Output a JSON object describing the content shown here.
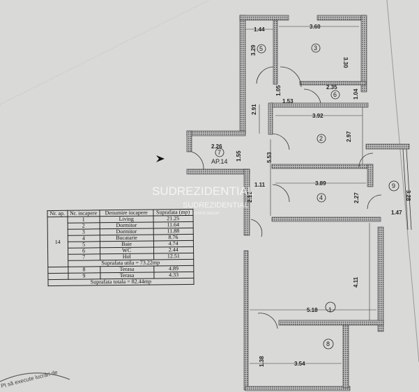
{
  "legend_table": {
    "headers": [
      "Nr. ap.",
      "Nr. incapere",
      "Denumire incapere",
      "Suprafata (mp)"
    ],
    "apartment": "14",
    "rooms": [
      {
        "nr": "1",
        "name": "Living",
        "area": "21.25"
      },
      {
        "nr": "2",
        "name": "Dormitor",
        "area": "11.64"
      },
      {
        "nr": "3",
        "name": "Dormitor",
        "area": "11.88"
      },
      {
        "nr": "4",
        "name": "Bucatarie",
        "area": "8.76"
      },
      {
        "nr": "5",
        "name": "Baie",
        "area": "4.74"
      },
      {
        "nr": "6",
        "name": "WC",
        "area": "2.44"
      },
      {
        "nr": "7",
        "name": "Hol",
        "area": "12.51"
      }
    ],
    "useful_area": "Suprafata utila = 73.22mp",
    "terraces": [
      {
        "nr": "8",
        "name": "Terasa",
        "area": "4.89"
      },
      {
        "nr": "9",
        "name": "Terasa",
        "area": "4.33"
      }
    ],
    "total_area": "Suprafata totala = 82.44mp"
  },
  "plan": {
    "apartment_label": "AP.14",
    "room_numbers": [
      "1",
      "2",
      "3",
      "4",
      "5",
      "6",
      "7",
      "8",
      "9"
    ],
    "dimensions": [
      "1.44",
      "3.60",
      "3.29",
      "3.30",
      "1.05",
      "2.35",
      "1.04",
      "1.53",
      "2.91",
      "3.92",
      "2.97",
      "2.26",
      "1.55",
      "5.53",
      "1.11",
      "3.89",
      "2.27",
      "3.28",
      "2.12",
      "1.47",
      "4.11",
      "5.18",
      "1.38",
      "3.54"
    ],
    "entry_arrow": "arrow-right-icon"
  },
  "watermark": {
    "line1": "SUDREZIDENTIAL",
    "line2": "SUDREZIDENTIAL",
    "line3": "REAL ESTATE GROUP"
  },
  "stamp_text": "Pt să execute lucrări de"
}
